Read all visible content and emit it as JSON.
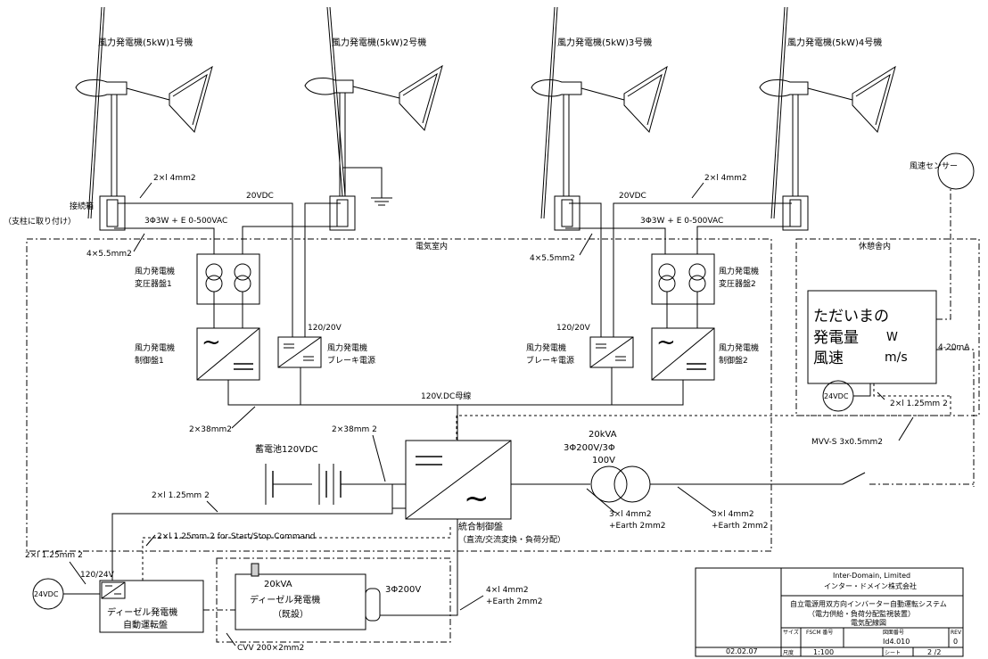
{
  "turbines": [
    {
      "label": "風力発電機(5kW)1号機"
    },
    {
      "label": "風力発電機(5kW)2号機"
    },
    {
      "label": "風力発電機(5kW)3号機"
    },
    {
      "label": "風力発電機(5kW)4号機"
    }
  ],
  "junction_box": {
    "title": "接続箱",
    "subtitle": "（支柱に取り付け）"
  },
  "cables": {
    "c2x14_left": "2×l 4mm2",
    "c2x14_right": "2×l 4mm2",
    "vdc20_left": "20VDC",
    "vdc20_right": "20VDC",
    "ac_left": "3Φ3W + E 0-500VAC",
    "ac_right": "3Φ3W + E 0-500VAC",
    "c4x55_left": "4×5.5mm2",
    "c4x55_right": "4×5.5mm2",
    "v120_left": "120/20V",
    "v120_right": "120/20V",
    "dc_bus": "120V.DC母線",
    "c2x38_left": "2×38mm2",
    "c2x38_mid": "2×38mm 2",
    "c2x125_a": "2×l 1.25mm 2",
    "c2x125_b": "2×l 1.25mm 2 for Start/Stop Command",
    "c2x125_c": "2×l 1.25mm 2",
    "c2x125_d": "2×l 1.25mm 2",
    "c3x14_a": "3×l 4mm2",
    "c3x14_a2": "+Earth 2mm2",
    "c3x14_b": "3×l 4mm2",
    "c3x14_b2": "+Earth 2mm2",
    "c4x14": "4×l 4mm2",
    "c4x14_2": "+Earth 2mm2",
    "v120_24": "120/24V",
    "cvv": "CVV 200×2mm2",
    "mvvs": "MVV-S 3x0.5mm2",
    "ma420": "4-20mA"
  },
  "rooms": {
    "electric": "電気室内",
    "rest": "休憩舎内"
  },
  "transformer_panels": [
    {
      "line1": "風力発電機",
      "line2": "変圧器盤1"
    },
    {
      "line1": "風力発電機",
      "line2": "変圧器盤2"
    }
  ],
  "control_panels": [
    {
      "line1": "風力発電機",
      "line2": "制御盤1"
    },
    {
      "line1": "風力発電機",
      "line2": "制御盤2"
    }
  ],
  "brake_supplies": [
    {
      "line1": "風力発電機",
      "line2": "ブレーキ電源"
    },
    {
      "line1": "風力発電機",
      "line2": "ブレーキ電源"
    }
  ],
  "battery": {
    "label": "蓄電池120VDC"
  },
  "integrated_panel": {
    "line1": "統合制御盤",
    "line2": "（直流/交流変換・負荷分配）"
  },
  "main_transformer": {
    "line1": "20kVA",
    "line2": "3Φ200V/3Φ",
    "line3": "100V"
  },
  "generator": {
    "line1": "20kVA",
    "line2": "ディーゼル発電機",
    "line3": "（既設）",
    "output": "3Φ200V"
  },
  "diesel_panel": {
    "line1": "ディーゼル発電機",
    "line2": "自動運転盤"
  },
  "psu_24": [
    {
      "label": "24VDC"
    },
    {
      "label": "24VDC"
    }
  ],
  "display": {
    "line1": "ただいまの",
    "line2": "発電量",
    "unit1": "W",
    "line3": "風速",
    "unit2": "m/s"
  },
  "wind_sensor": {
    "label": "風速センサー"
  },
  "titleblock": {
    "company_en": "Inter-Domain, Limited",
    "company_jp": "インター・ドメイン株式会社",
    "system1": "自立電源用双方向インバーター自動運転システム",
    "system2": "（電力供給・負荷分配監視装置）",
    "drawing": "電気配線図",
    "h_size": "サイズ",
    "h_fscm": "FSCM 番号",
    "h_dwgno": "図面番号",
    "h_rev": "REV",
    "dwg_no": "Id4.010",
    "rev": "0",
    "h_scale": "尺度",
    "scale": "1:100",
    "h_sheet": "シート",
    "sheet": "2 /2",
    "date": "02.02.07"
  }
}
